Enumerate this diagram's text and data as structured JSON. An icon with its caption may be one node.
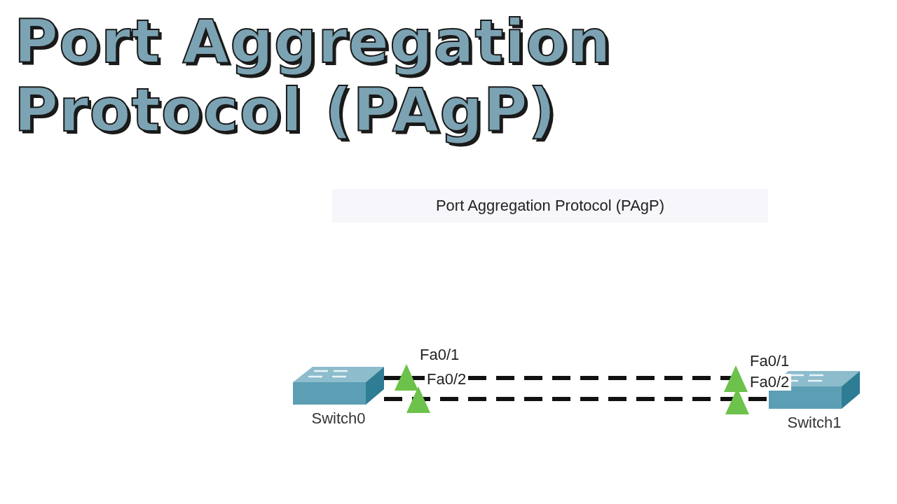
{
  "diagram": {
    "title": "Port Aggregation Protocol (PAgP)",
    "nodes": [
      {
        "text": [
          "Switch0"
        ]
      },
      {
        "text": [
          "Switch1"
        ]
      }
    ],
    "edges": [
      {
        "from": 0,
        "to": 1,
        "arrow": "none",
        "style": "dashed"
      },
      {
        "from": 0,
        "to": 1,
        "arrow": "none",
        "style": "dashed"
      }
    ],
    "labels": [
      "Port Aggregation Protocol (PAgP)",
      "Fa0/1",
      "Fa0/2",
      "Fa0/1",
      "Fa0/2"
    ]
  }
}
